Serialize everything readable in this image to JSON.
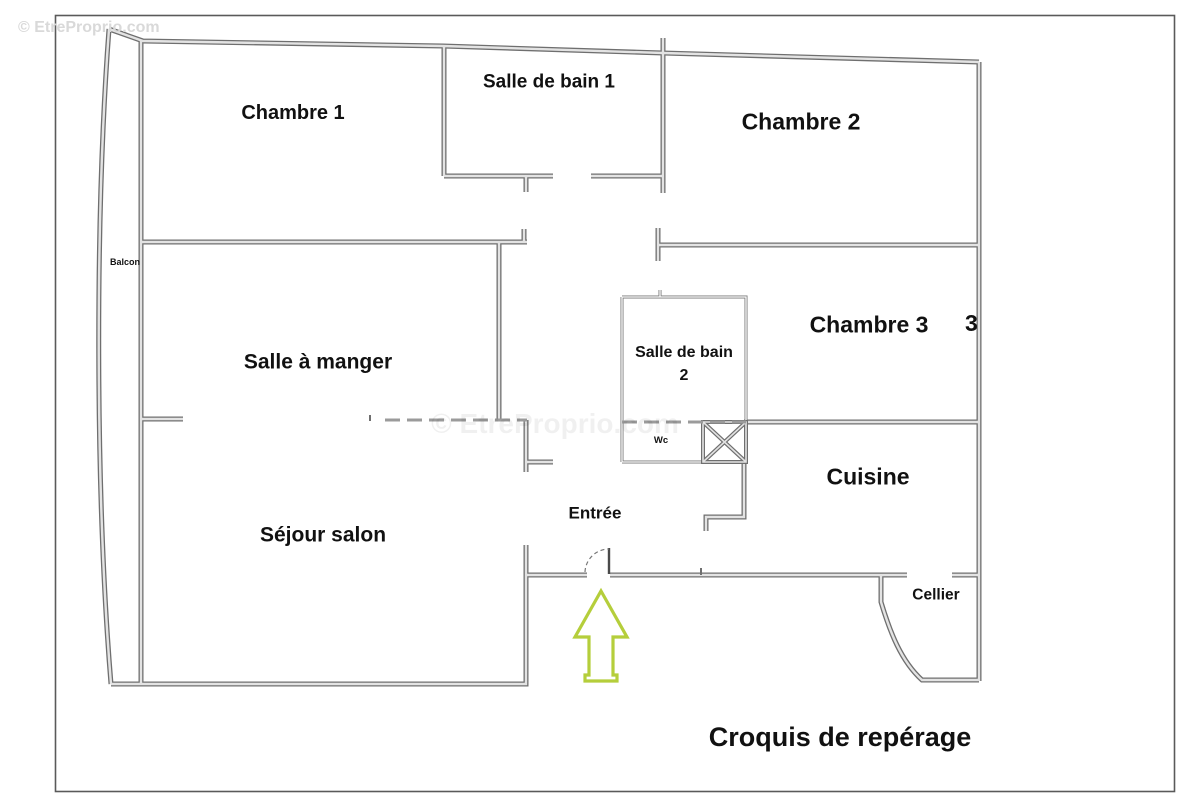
{
  "page": {
    "caption": "Croquis de repérage",
    "watermark": "© EtreProprio.com"
  },
  "colors": {
    "wall_edge": "#6f6f6f",
    "wall_fill": "#e3e3e3",
    "thin_wall": "#787878",
    "arrow_green": "#b5ce3b",
    "label_color": "#111111",
    "border_color": "#5a5a5a",
    "watermark_color": "#d9d9d9"
  },
  "labels": {
    "chambre1": "Chambre 1",
    "salle_de_bain_1": "Salle de bain 1",
    "chambre2": "Chambre 2",
    "salle_a_manger": "Salle à manger",
    "salle_de_bain_2_line1": "Salle de bain",
    "salle_de_bain_2_line2": "2",
    "chambre3": "Chambre 3",
    "chambre3_clipped_digit": "3",
    "wc": "Wc",
    "cuisine": "Cuisine",
    "entree": "Entrée",
    "sejour_salon": "Séjour salon",
    "cellier": "Cellier",
    "balcon": "Balcon"
  },
  "icons": {
    "entrance_arrow": "green-up-arrow",
    "duct_cross": "crossed-box-shaft",
    "door_swing": "dashed-quarter-arc"
  }
}
